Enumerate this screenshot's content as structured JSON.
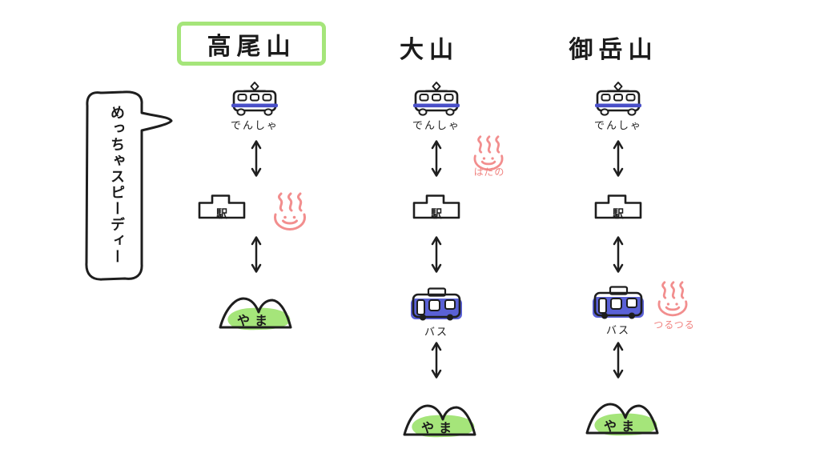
{
  "speech_bubble": {
    "text": "めっちゃスピーディー"
  },
  "columns": [
    {
      "header": "高尾山",
      "highlighted": true,
      "nodes": {
        "train": "でんしゃ",
        "station": "駅",
        "mountain": "やま"
      },
      "onsen": {
        "at": "station",
        "label": ""
      }
    },
    {
      "header": "大山",
      "highlighted": false,
      "nodes": {
        "train": "でんしゃ",
        "station": "駅",
        "bus": "バス",
        "mountain": "やま"
      },
      "onsen": {
        "at": "between-train-and-station",
        "label": "はだの"
      }
    },
    {
      "header": "御岳山",
      "highlighted": false,
      "nodes": {
        "train": "でんしゃ",
        "station": "駅",
        "bus": "バス",
        "mountain": "やま"
      },
      "onsen": {
        "at": "bus",
        "label": "つるつる"
      }
    }
  ],
  "colors": {
    "highlight_green": "#a5e57a",
    "train_stripe_blue": "#4a50c8",
    "bus_blue": "#5a61d6",
    "onsen_pink": "#f28e8e",
    "ink": "#1e1e1e",
    "background": "#ffffff"
  }
}
